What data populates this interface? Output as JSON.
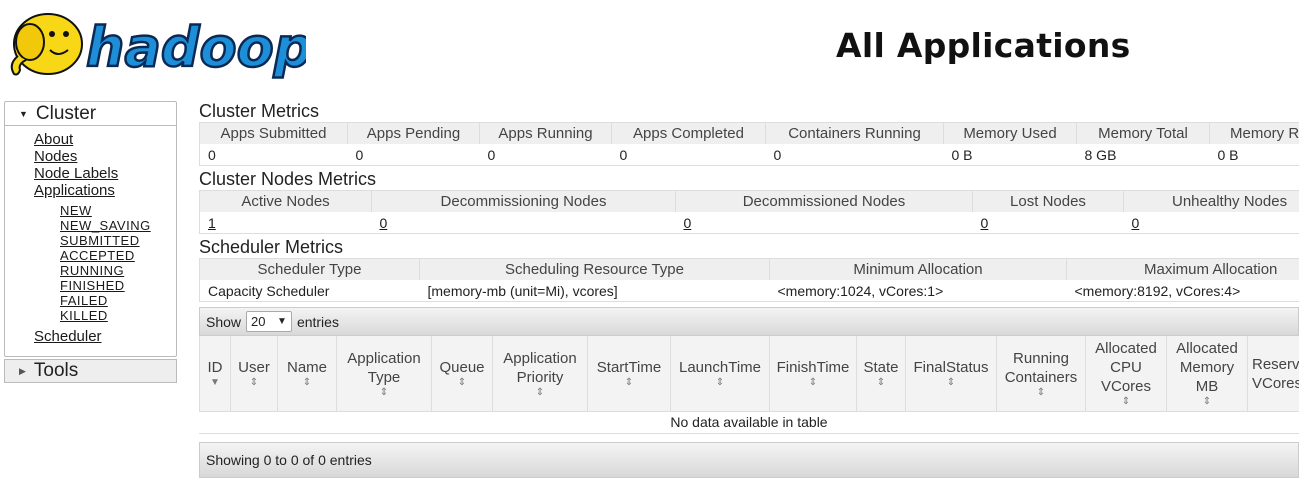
{
  "header": {
    "logo_text": "hadoop",
    "title": "All Applications"
  },
  "nav": {
    "cluster_label": "Cluster",
    "links": [
      "About",
      "Nodes",
      "Node Labels",
      "Applications"
    ],
    "app_states": [
      "NEW",
      "NEW_SAVING",
      "SUBMITTED",
      "ACCEPTED",
      "RUNNING",
      "FINISHED",
      "FAILED",
      "KILLED"
    ],
    "scheduler_link": "Scheduler",
    "tools_label": "Tools"
  },
  "cluster_metrics": {
    "title": "Cluster Metrics",
    "headers": [
      "Apps Submitted",
      "Apps Pending",
      "Apps Running",
      "Apps Completed",
      "Containers Running",
      "Memory Used",
      "Memory Total",
      "Memory R"
    ],
    "values": [
      "0",
      "0",
      "0",
      "0",
      "0",
      "0 B",
      "8 GB",
      "0 B"
    ]
  },
  "node_metrics": {
    "title": "Cluster Nodes Metrics",
    "headers": [
      "Active Nodes",
      "Decommissioning Nodes",
      "Decommissioned Nodes",
      "Lost Nodes",
      "Unhealthy Nodes"
    ],
    "values": [
      "1",
      "0",
      "0",
      "0",
      "0"
    ]
  },
  "scheduler_metrics": {
    "title": "Scheduler Metrics",
    "headers": [
      "Scheduler Type",
      "Scheduling Resource Type",
      "Minimum Allocation",
      "Maximum Allocation"
    ],
    "values": [
      "Capacity Scheduler",
      "[memory-mb (unit=Mi), vcores]",
      "<memory:1024, vCores:1>",
      "<memory:8192, vCores:4>"
    ]
  },
  "apps_table": {
    "show_label": "Show",
    "entries_value": "20",
    "entries_label": "entries",
    "headers": [
      "ID",
      "User",
      "Name",
      "Application Type",
      "Queue",
      "Application Priority",
      "StartTime",
      "LaunchTime",
      "FinishTime",
      "State",
      "FinalStatus",
      "Running Containers",
      "Allocated CPU VCores",
      "Allocated Memory MB",
      "Reserved CPU VCores"
    ],
    "empty_text": "No data available in table",
    "footer_text": "Showing 0 to 0 of 0 entries"
  }
}
